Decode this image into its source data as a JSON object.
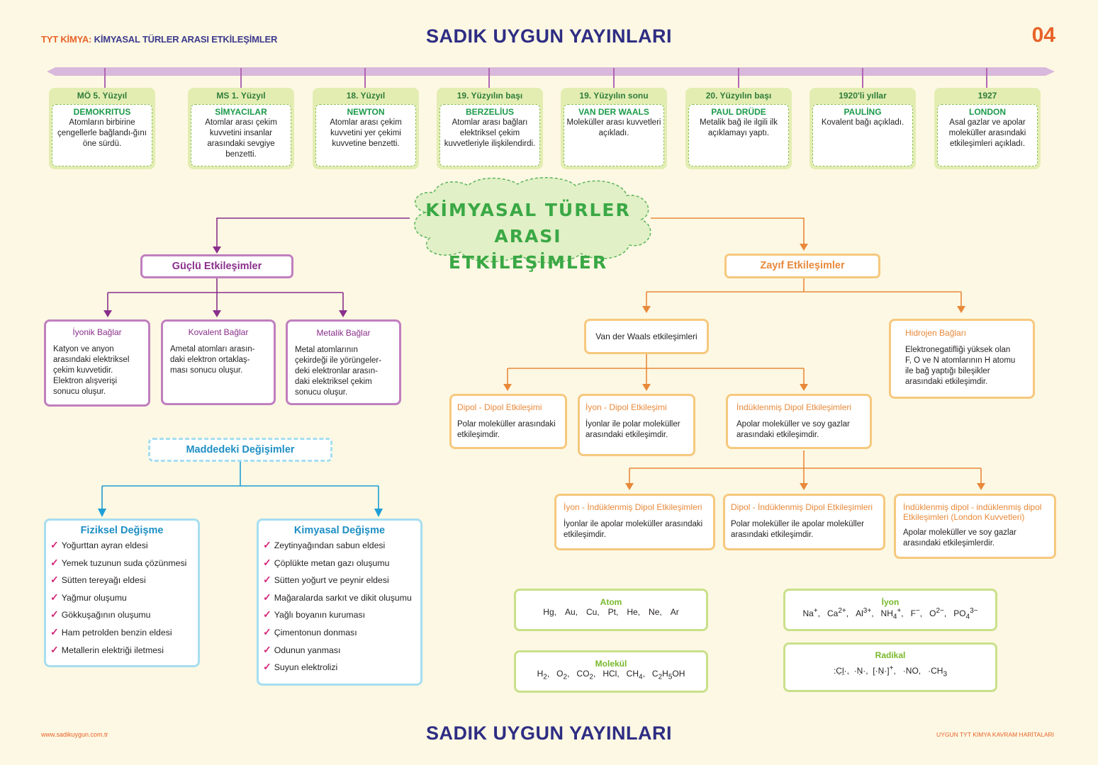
{
  "header": {
    "subject_prefix": "TYT KİMYA:",
    "subject_title": "KİMYASAL TÜRLER ARASI ETKİLEŞİMLER",
    "brand": "SADIK  UYGUN  YAYINLARI",
    "page_number": "04"
  },
  "timeline": [
    {
      "era": "MÖ 5. Yüzyıl",
      "name": "DEMOKRITUS",
      "text": "Atomların birbirine çengellerle bağlandı-ğını öne sürdü."
    },
    {
      "era": "MS 1. Yüzyıl",
      "name": "SİMYACILAR",
      "text": "Atomlar arası çekim kuvvetini insanlar arasındaki sevgiye benzetti."
    },
    {
      "era": "18. Yüzyıl",
      "name": "NEWTON",
      "text": "Atomlar arası çekim kuvvetini yer çekimi kuvvetine benzetti."
    },
    {
      "era": "19. Yüzyılın başı",
      "name": "BERZELİUS",
      "text": "Atomlar arası bağları elektriksel çekim kuvvetleriyle ilişkilendirdi."
    },
    {
      "era": "19. Yüzyılın sonu",
      "name": "VAN DER WAALS",
      "text": "Moleküller arası kuvvetleri açıkladı."
    },
    {
      "era": "20. Yüzyılın başı",
      "name": "PAUL DRÜDE",
      "text": "Metalik bağ ile ilgili ilk açıklamayı yaptı."
    },
    {
      "era": "1920'li yıllar",
      "name": "PAULİNG",
      "text": "Kovalent bağı açıkladı."
    },
    {
      "era": "1927",
      "name": "LONDON",
      "text": "Asal gazlar ve apolar moleküller arasındaki etkileşimleri açıkladı."
    }
  ],
  "center_title": {
    "line1": "KİMYASAL TÜRLER",
    "line2": "ARASI ETKİLEŞİMLER"
  },
  "strong": {
    "title": "Güçlü Etkileşimler",
    "items": [
      {
        "title": "İyonik Bağlar",
        "text": "Katyon ve anyon arasındaki elektriksel çekim kuvvetidir. Elektron alışverişi sonucu oluşur."
      },
      {
        "title": "Kovalent Bağlar",
        "text": "Ametal atomları arasın-daki elektron ortaklaş-ması sonucu oluşur."
      },
      {
        "title": "Metalik Bağlar",
        "text": "Metal atomlarının çekirdeği ile yörüngeler-deki elektronlar arasın-daki elektriksel çekim sonucu oluşur."
      }
    ]
  },
  "weak": {
    "title": "Zayıf Etkileşimler",
    "vdw": "Van der Waals etkileşimleri",
    "hydrogen": {
      "title": "Hidrojen Bağları",
      "text": "Elektronegatifliği yüksek olan F, O ve N atomlarının H atomu ile bağ yaptığı bileşikler arasındaki etkileşimdir."
    },
    "vdw_items": [
      {
        "title": "Dipol - Dipol Etkileşimi",
        "text": "Polar moleküller arasındaki etkileşimdir."
      },
      {
        "title": "İyon - Dipol Etkileşimi",
        "text": "İyonlar ile polar moleküller arasındaki etkileşimdir."
      },
      {
        "title": "İndüklenmiş Dipol Etkileşimleri",
        "text": "Apolar moleküller ve soy gazlar arasındaki etkileşimdir."
      }
    ],
    "induced_items": [
      {
        "title": "İyon - İndüklenmiş Dipol Etkileşimleri",
        "text": "İyonlar ile apolar moleküller arasındaki etkileşimdir."
      },
      {
        "title": "Dipol - İndüklenmiş Dipol Etkileşimleri",
        "text": "Polar moleküller ile apolar moleküller arasındaki etkileşimdir."
      },
      {
        "title": "İndüklenmiş dipol - indüklenmiş dipol Etkileşimleri (London Kuvvetleri)",
        "text": "Apolar moleküller ve soy gazlar arasındaki etkileşimlerdir."
      }
    ]
  },
  "changes": {
    "title": "Maddedeki Değişimler",
    "physical": {
      "title": "Fiziksel Değişme",
      "items": [
        "Yoğurttan ayran eldesi",
        "Yemek tuzunun suda çözünmesi",
        "Sütten tereyağı eldesi",
        "Yağmur oluşumu",
        "Gökkuşağının oluşumu",
        "Ham petrolden benzin eldesi",
        "Metallerin elektriği iletmesi"
      ]
    },
    "chemical": {
      "title": "Kimyasal Değişme",
      "items": [
        "Zeytinyağından sabun eldesi",
        "Çöplükte metan gazı oluşumu",
        "Sütten yoğurt ve peynir eldesi",
        "Mağaralarda sarkıt ve dikit oluşumu",
        "Yağlı boyanın kuruması",
        "Çimentonun donması",
        "Odunun yanması",
        "Suyun elektrolizi"
      ]
    },
    "check_mark": "✓"
  },
  "examples": {
    "atom": {
      "title": "Atom",
      "items": [
        "Hg,",
        "Au,",
        "Cu,",
        "Pt,",
        "He,",
        "Ne,",
        "Ar"
      ]
    },
    "molecule": {
      "title": "Molekül"
    },
    "ion": {
      "title": "İyon"
    },
    "radical": {
      "title": "Radikal"
    }
  },
  "footer": {
    "website": "www.sadikuygun.com.tr",
    "series": "UYGUN TYT KİMYA KAVRAM HARİTALARI"
  },
  "colors": {
    "purple": "#8a2f8b",
    "orange": "#e8893a",
    "cyan": "#1e8fc4",
    "green": "#3aa845",
    "timeline": "#d8b8dc"
  }
}
